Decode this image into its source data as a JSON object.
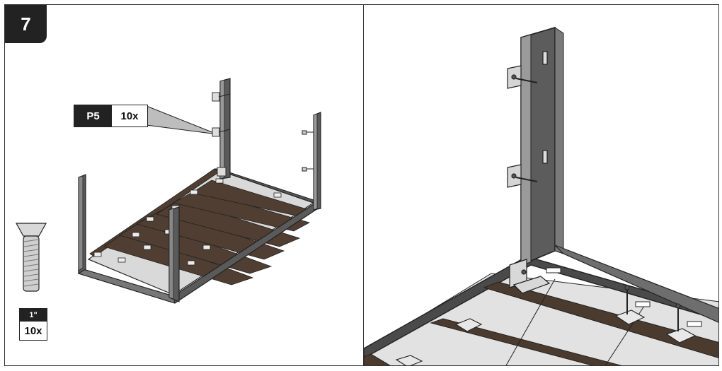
{
  "step": {
    "number": "7"
  },
  "callout": {
    "part_code": "P5",
    "quantity": "10x"
  },
  "screw": {
    "size": "1\"",
    "quantity": "10x"
  },
  "colors": {
    "frame": "#5b5b5b",
    "frame_dark": "#3c3c3c",
    "slat": "#4a3a2e",
    "floor": "#dcdcdc",
    "outline": "#222222"
  },
  "icons": [
    "countersunk-screw-icon",
    "mounting-bracket-icon"
  ]
}
